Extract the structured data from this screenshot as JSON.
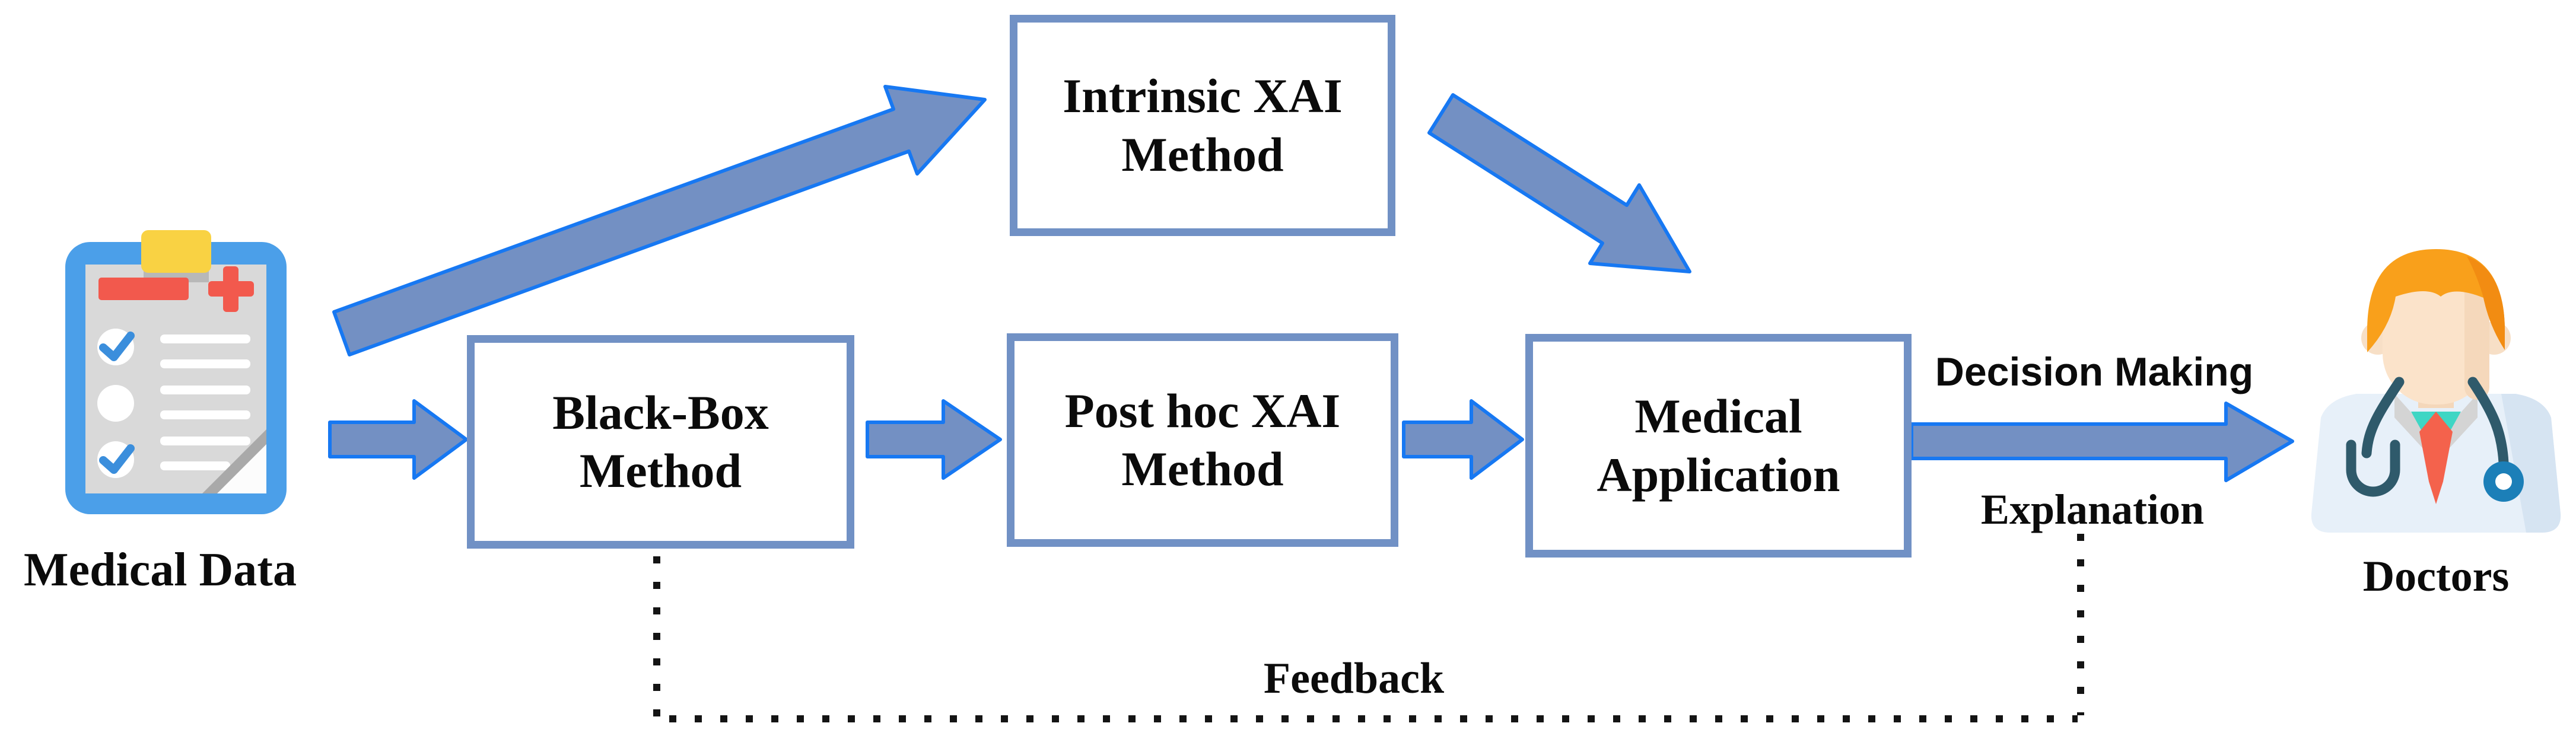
{
  "diagram": {
    "nodes": {
      "medical_data": {
        "label": "Medical Data"
      },
      "intrinsic_xai": {
        "line1": "Intrinsic XAI",
        "line2": "Method"
      },
      "black_box": {
        "line1": "Black-Box",
        "line2": "Method"
      },
      "post_hoc_xai": {
        "line1": "Post hoc XAI",
        "line2": "Method"
      },
      "medical_application": {
        "line1": "Medical",
        "line2": "Application"
      },
      "doctors": {
        "label": "Doctors"
      }
    },
    "edge_labels": {
      "decision_making": "Decision Making",
      "explanation": "Explanation",
      "feedback": "Feedback"
    },
    "icons": {
      "medical_data": "clipboard-checklist-icon",
      "doctors": "doctor-avatar-icon"
    }
  },
  "theme": {
    "background": "#FFFFFF",
    "text_color": "#0B0B0B",
    "box_fill": "#FFFFFF",
    "box_border": "#7191C5",
    "arrow_fill": "#7390C3",
    "arrow_stroke": "#1778F2",
    "dotted_line_color": "#141414",
    "clipboard_blue": "#4B9FE9",
    "clipboard_yellow": "#F9D243",
    "clipboard_red": "#F2594D",
    "clipboard_check": "#3B8EDC",
    "clipboard_paper": "#D9D9D9",
    "doctor_hair": "#F9A01B",
    "doctor_hair_shade": "#F28C12",
    "doctor_coat": "#E7F0F9",
    "doctor_tie": "#F4624C",
    "doctor_shirt": "#3FD6C4",
    "stethoscope": "#2F5A6B",
    "chestpiece_blue": "#1C7FB8"
  }
}
